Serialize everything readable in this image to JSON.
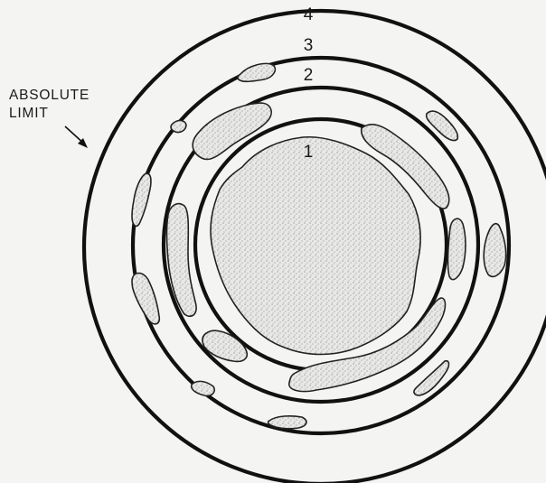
{
  "diagram": {
    "ring_labels": [
      "1",
      "2",
      "3",
      "4"
    ],
    "side_label_line1": "ABSOLUTE",
    "side_label_line2": "LIMIT",
    "colors": {
      "background": "#f4f4f2",
      "stroke": "#111111",
      "fill": "#e6e6e4"
    }
  }
}
